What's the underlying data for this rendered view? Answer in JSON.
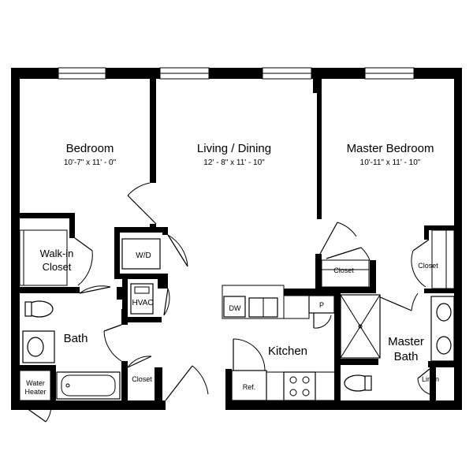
{
  "rooms": {
    "bedroom": {
      "name": "Bedroom",
      "dims": "10'-7\" x 11' - 0\""
    },
    "living": {
      "name": "Living / Dining",
      "dims": "12' - 8\" x 11' - 10\""
    },
    "master_bedroom": {
      "name": "Master Bedroom",
      "dims": "10'-11\" x 11' - 10\""
    },
    "walkin_closet": {
      "line1": "Walk-in",
      "line2": "Closet"
    },
    "bath": {
      "name": "Bath"
    },
    "kitchen": {
      "name": "Kitchen"
    },
    "master_bath": {
      "line1": "Master",
      "line2": "Bath"
    }
  },
  "fixtures": {
    "wd": "W/D",
    "hvac": "HVAC",
    "dw": "DW",
    "pantry": "P",
    "closet_master": "Closet",
    "closet_master_right": "Closet",
    "closet_hall": "Closet",
    "linen": "Linen",
    "fridge": "Ref.",
    "water_heater_line1": "Water",
    "water_heater_line2": "Heater"
  }
}
